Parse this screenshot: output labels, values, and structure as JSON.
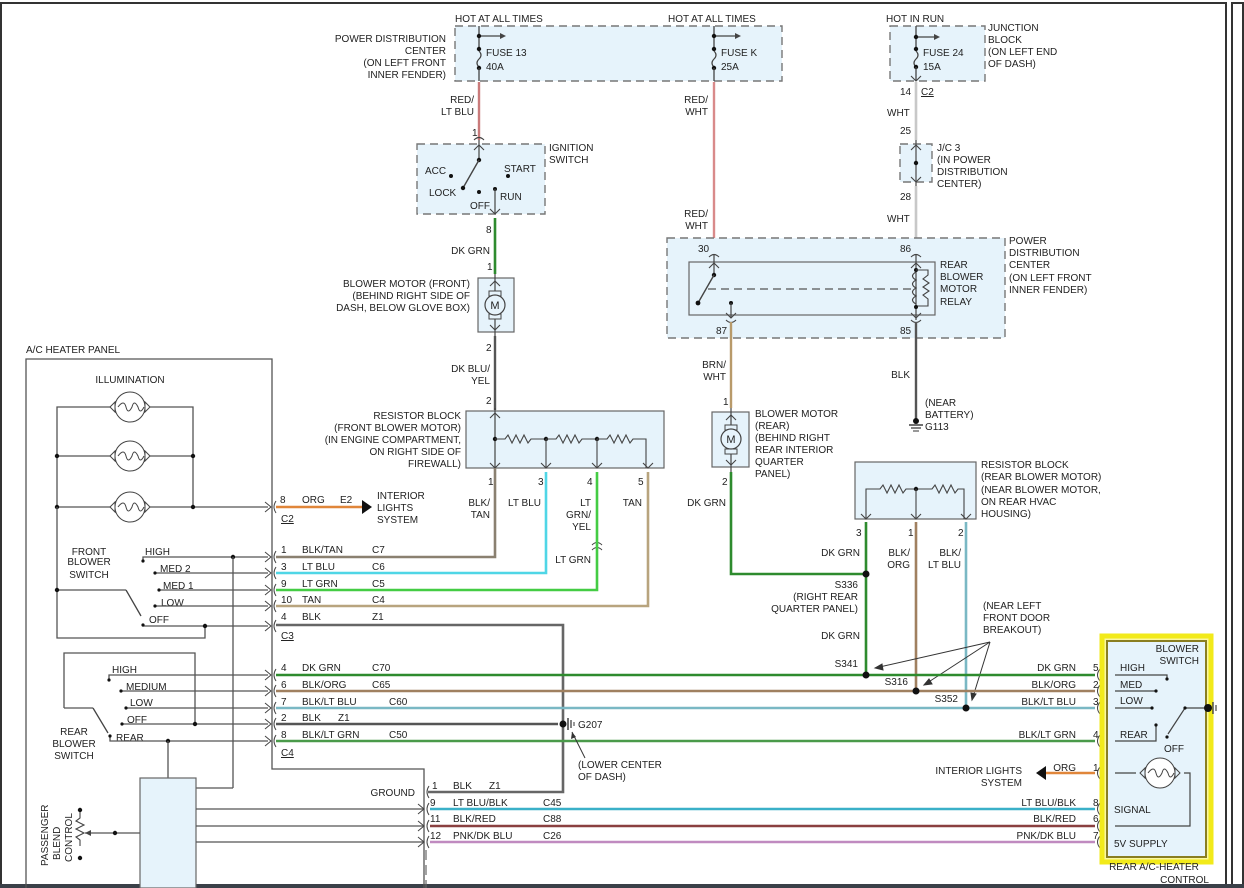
{
  "colors": {
    "red_lt_blu": "#c97a7a",
    "red_wht": "#d98a8a",
    "wht": "#c8c8c8",
    "dk_grn": "#2e8b2e",
    "dk_blu_yel": "#555555",
    "blk": "#555555",
    "brn_wht": "#b89a6a",
    "blk_tan": "#8a8070",
    "lt_blu": "#4fd6e6",
    "lt_grn": "#44cc44",
    "tan": "#b8a47e",
    "org": "#e0863a",
    "blk_org": "#a08060",
    "blk_lt_blu": "#7ab8c4",
    "blk_lt_grn": "#4a9a4a",
    "lt_blu_blk": "#3ab0c8",
    "blk_red": "#8a4040",
    "pnk_dk_blu": "#c08ac0",
    "highlight": "#f2ea1a"
  },
  "power": {
    "hot1": "HOT AT ALL TIMES",
    "hot2": "HOT AT ALL TIMES",
    "hot3": "HOT IN RUN",
    "pdc_label": [
      "POWER DISTRIBUTION",
      "CENTER",
      "(ON LEFT FRONT",
      "INNER FENDER)"
    ],
    "fuse13": "FUSE 13",
    "fuse13_amp": "40A",
    "fusek": "FUSE K",
    "fusek_amp": "25A",
    "fuse24": "FUSE 24",
    "fuse24_amp": "15A",
    "jb_label": [
      "JUNCTION",
      "BLOCK",
      "(ON LEFT END",
      "OF DASH)"
    ],
    "c2_pin": "14",
    "c2": "C2",
    "wht1": "WHT",
    "jc3_pin_top": "25",
    "jc3_label": [
      "J/C 3",
      "(IN POWER",
      "DISTRIBUTION",
      "CENTER)"
    ],
    "jc3_pin_bot": "28",
    "wht2": "WHT"
  },
  "wires_top": {
    "red_lt_blu": [
      "RED/",
      "LT BLU"
    ],
    "red_wht1": [
      "RED/",
      "WHT"
    ],
    "red_wht2": [
      "RED/",
      "WHT"
    ]
  },
  "ignition": {
    "pin_in": "1",
    "label": [
      "IGNITION",
      "SWITCH"
    ],
    "acc": "ACC",
    "start": "START",
    "lock": "LOCK",
    "off": "OFF",
    "run": "RUN",
    "pin_out": "8",
    "wire": "DK GRN"
  },
  "front_motor": {
    "pin1": "1",
    "pin2": "2",
    "label": [
      "BLOWER MOTOR (FRONT)",
      "(BEHIND RIGHT SIDE OF",
      "DASH, BELOW GLOVE BOX)"
    ],
    "m": "M",
    "wire_out": [
      "DK BLU/",
      "YEL"
    ]
  },
  "front_resistor": {
    "pin_in": "2",
    "label": [
      "RESISTOR BLOCK",
      "(FRONT BLOWER MOTOR)",
      "(IN ENGINE COMPARTMENT,",
      "ON RIGHT SIDE OF",
      "FIREWALL)"
    ],
    "pins": [
      "1",
      "3",
      "4",
      "5"
    ],
    "wires": [
      [
        "BLK/",
        "TAN"
      ],
      [
        "LT BLU"
      ],
      [
        "LT",
        "GRN/",
        "YEL"
      ],
      [
        "TAN"
      ]
    ],
    "lt_grn": "LT GRN"
  },
  "relay": {
    "pin30": "30",
    "pin86": "86",
    "pin87": "87",
    "pin85": "85",
    "label": [
      "REAR",
      "BLOWER",
      "MOTOR",
      "RELAY"
    ],
    "pdc_label": [
      "POWER",
      "DISTRIBUTION",
      "CENTER",
      "(ON LEFT FRONT",
      "INNER FENDER)"
    ],
    "wire87": [
      "BRN/",
      "WHT"
    ],
    "wire85": "BLK",
    "ground_note": [
      "(NEAR",
      "BATTERY)"
    ],
    "ground": "G113"
  },
  "rear_motor": {
    "pin1": "1",
    "pin2": "2",
    "m": "M",
    "label": [
      "BLOWER MOTOR",
      "(REAR)",
      "(BEHIND RIGHT",
      "REAR INTERIOR",
      "QUARTER",
      "PANEL)"
    ],
    "wire_out": "DK GRN"
  },
  "rear_resistor": {
    "label": [
      "RESISTOR BLOCK",
      "(REAR BLOWER MOTOR)",
      "(NEAR BLOWER MOTOR,",
      "ON REAR HVAC",
      "HOUSING)"
    ],
    "pins": [
      "3",
      "1",
      "2"
    ],
    "wires": [
      [
        "DK GRN"
      ],
      [
        "BLK/",
        "ORG"
      ],
      [
        "BLK/",
        "LT BLU"
      ]
    ]
  },
  "splices": {
    "s336": "S336",
    "s336_note": [
      "(RIGHT REAR",
      "QUARTER PANEL)"
    ],
    "dk_grn": "DK GRN",
    "note": [
      "(NEAR LEFT",
      "FRONT DOOR",
      "BREAKOUT)"
    ],
    "s341": "S341",
    "s316": "S316",
    "s352": "S352"
  },
  "ac_panel": {
    "title": "A/C HEATER PANEL",
    "illumination": "ILLUMINATION",
    "front_switch": [
      "FRONT",
      "BLOWER",
      "SWITCH"
    ],
    "front_positions": [
      "HIGH",
      "MED 2",
      "MED 1",
      "LOW",
      "OFF"
    ],
    "rear_switch": [
      "REAR",
      "BLOWER",
      "SWITCH"
    ],
    "rear_positions": [
      "HIGH",
      "MEDIUM",
      "LOW",
      "OFF",
      "REAR"
    ],
    "blend": [
      "PASSENGER",
      "BLEND",
      "CONTROL"
    ],
    "ground_label": "GROUND"
  },
  "interior_lights": {
    "pin": "8",
    "wire": "ORG",
    "circuit": "E2",
    "connector": "C2",
    "label": [
      "INTERIOR",
      "LIGHTS",
      "SYSTEM"
    ]
  },
  "c3": {
    "name": "C3",
    "rows": [
      {
        "pin": "1",
        "wire": "BLK/TAN",
        "circuit": "C7"
      },
      {
        "pin": "3",
        "wire": "LT BLU",
        "circuit": "C6"
      },
      {
        "pin": "9",
        "wire": "LT GRN",
        "circuit": "C5"
      },
      {
        "pin": "10",
        "wire": "TAN",
        "circuit": "C4"
      },
      {
        "pin": "4",
        "wire": "BLK",
        "circuit": "Z1"
      }
    ]
  },
  "c4": {
    "name": "C4",
    "rows": [
      {
        "pin": "4",
        "wire": "DK GRN",
        "circuit": "C70"
      },
      {
        "pin": "6",
        "wire": "BLK/ORG",
        "circuit": "C65"
      },
      {
        "pin": "7",
        "wire": "BLK/LT BLU",
        "circuit": "C60"
      },
      {
        "pin": "2",
        "wire": "BLK",
        "circuit": "Z1"
      },
      {
        "pin": "8",
        "wire": "BLK/LT GRN",
        "circuit": "C50"
      }
    ]
  },
  "g207": {
    "name": "G207",
    "note": [
      "(LOWER CENTER",
      "OF DASH)"
    ]
  },
  "bottom_conn": {
    "rows": [
      {
        "pin": "1",
        "wire": "BLK",
        "circuit": "Z1"
      },
      {
        "pin": "9",
        "wire": "LT BLU/BLK",
        "circuit": "C45"
      },
      {
        "pin": "11",
        "wire": "BLK/RED",
        "circuit": "C88"
      },
      {
        "pin": "12",
        "wire": "PNK/DK BLU",
        "circuit": "C26"
      }
    ]
  },
  "rear_control": {
    "title": "BLOWER",
    "title2": "SWITCH",
    "caption": [
      "REAR A/C-HEATER",
      "CONTROL"
    ],
    "rows": [
      {
        "wire": "DK GRN",
        "pin": "5",
        "label": "HIGH"
      },
      {
        "wire": "BLK/ORG",
        "pin": "2",
        "label": "MED"
      },
      {
        "wire": "BLK/LT BLU",
        "pin": "3",
        "label": "LOW"
      },
      {
        "wire": "BLK/LT GRN",
        "pin": "4",
        "label": "REAR"
      },
      {
        "wire": "ORG",
        "pin": "1",
        "label": ""
      },
      {
        "wire": "LT BLU/BLK",
        "pin": "8",
        "label": "SIGNAL"
      },
      {
        "wire": "BLK/RED",
        "pin": "6",
        "label": ""
      },
      {
        "wire": "PNK/DK BLU",
        "pin": "7",
        "label": "5V SUPPLY"
      }
    ],
    "off": "OFF",
    "interior_lights": [
      "INTERIOR LIGHTS",
      "SYSTEM"
    ]
  }
}
